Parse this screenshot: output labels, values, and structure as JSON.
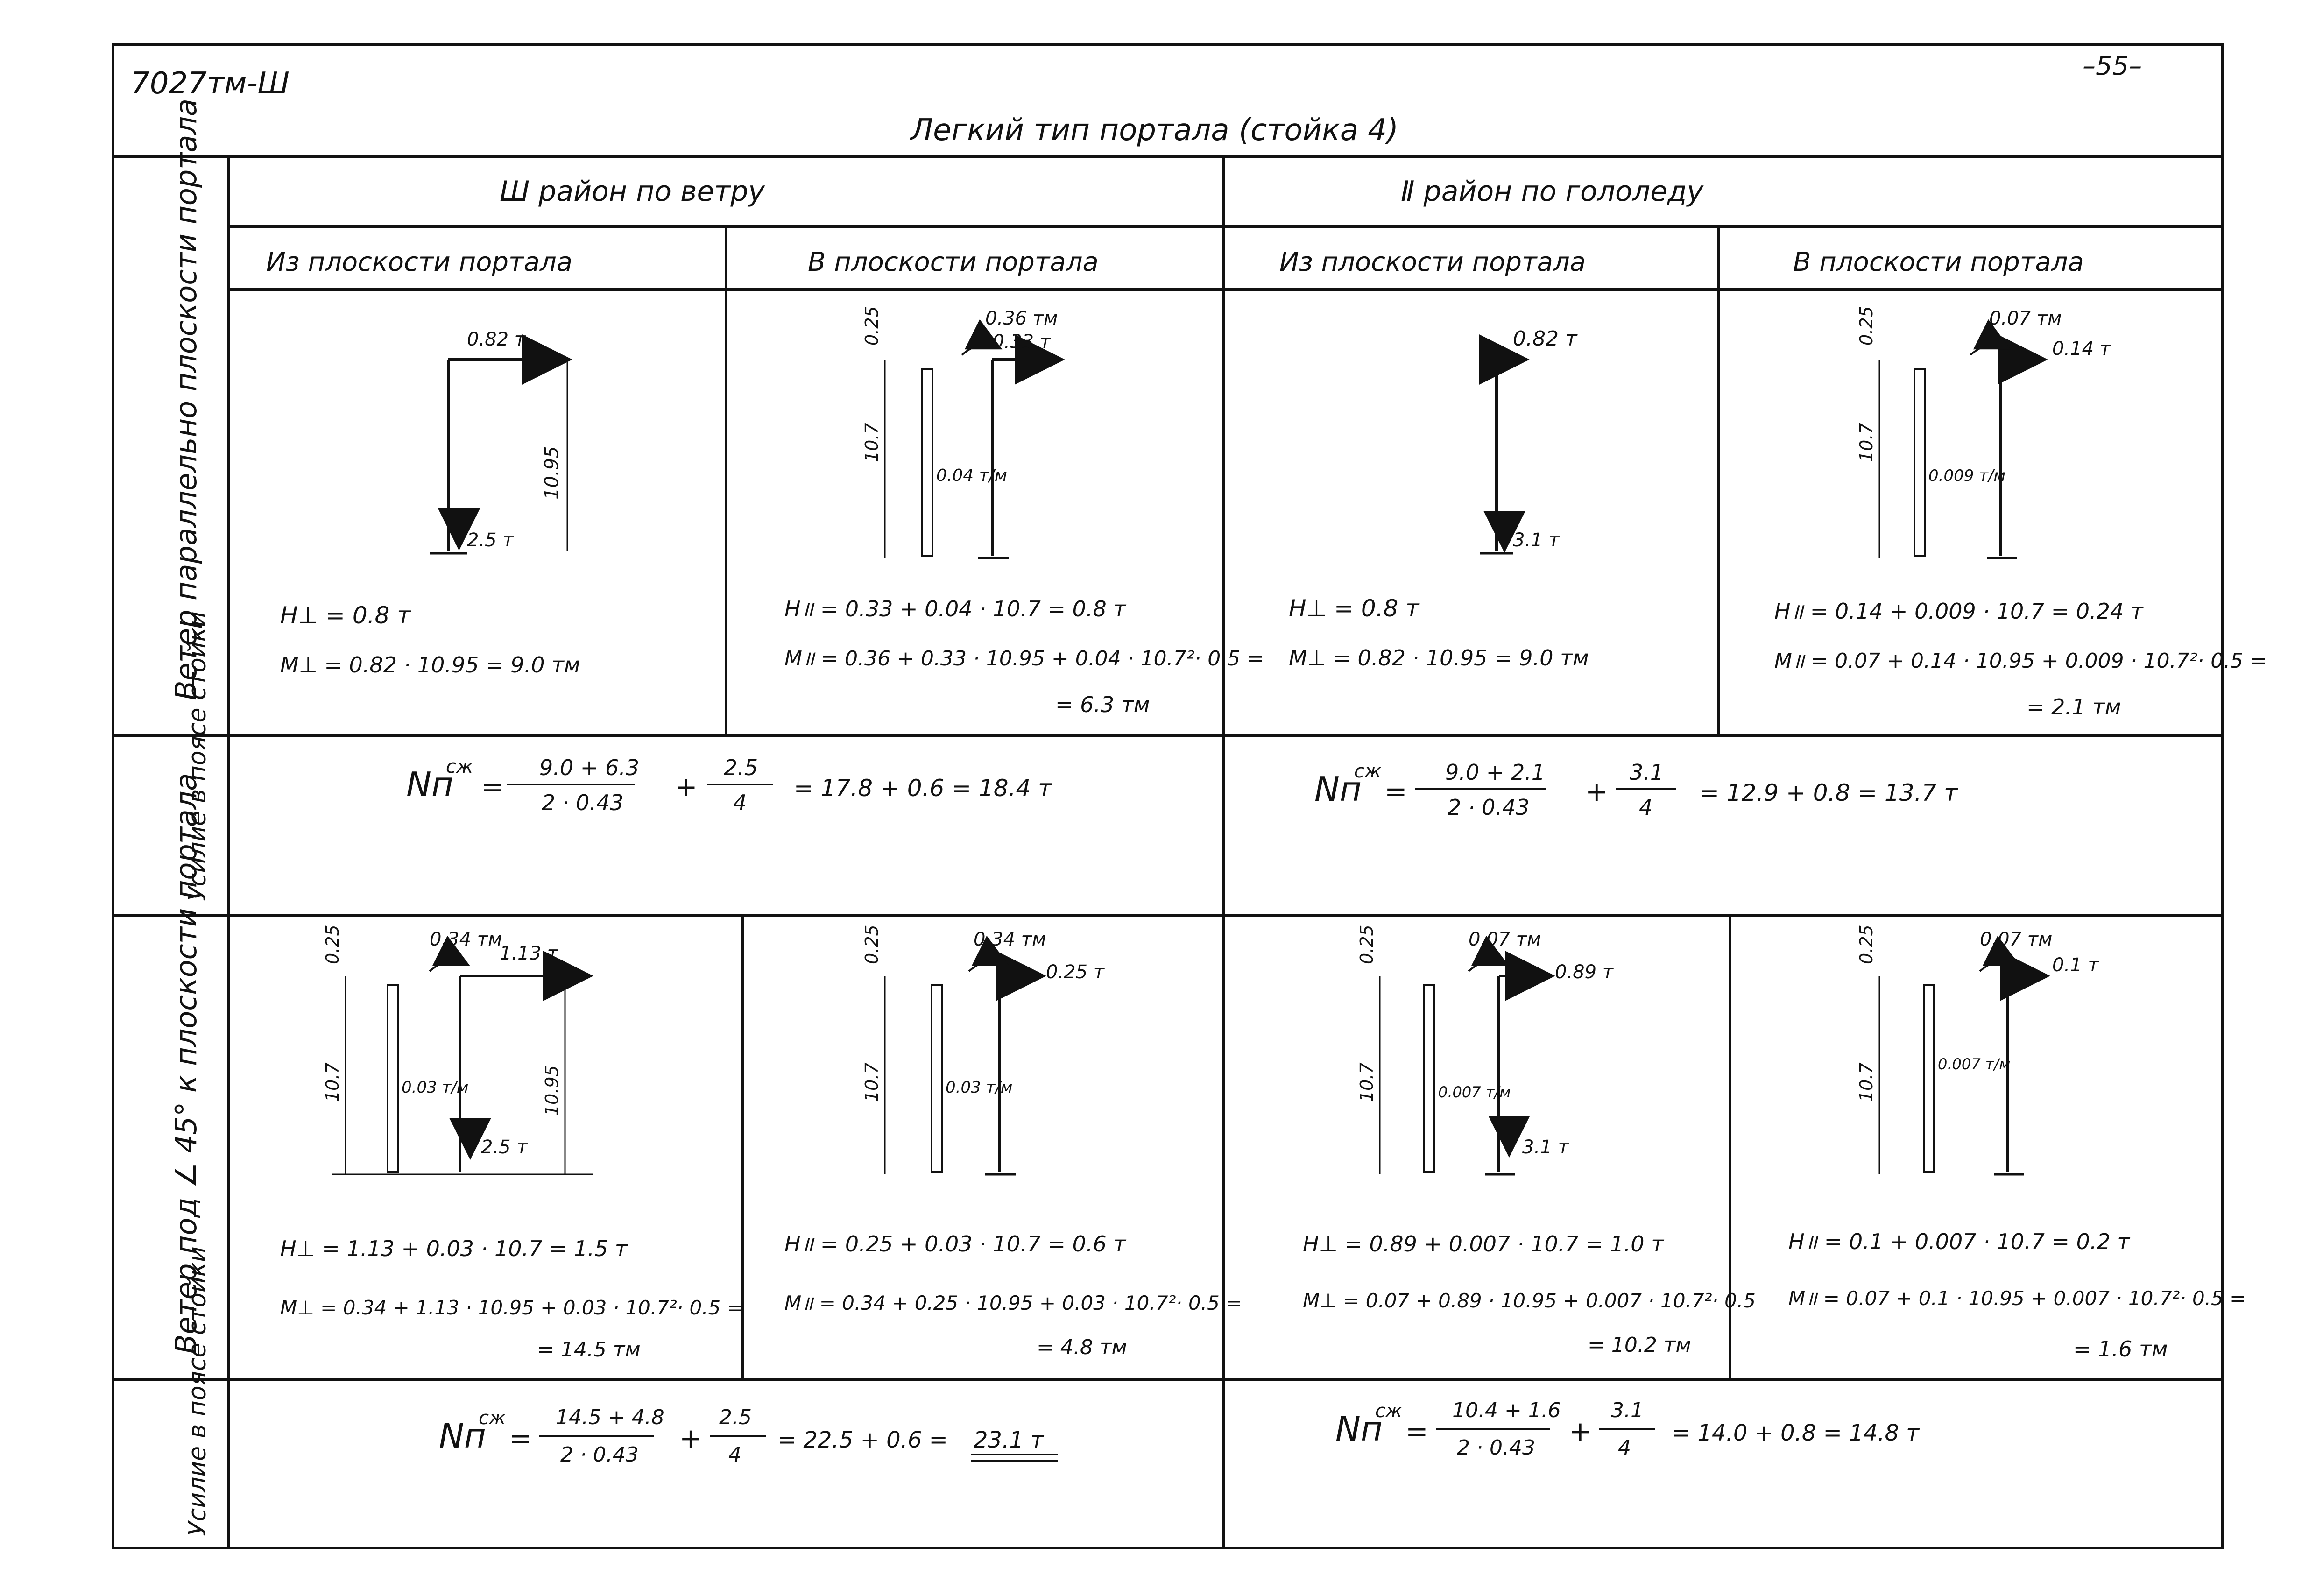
{
  "doc": {
    "code": "7027тм-Ш",
    "page": "–55–",
    "title": "Легкий   тип   портала   (стойка 4)"
  },
  "headers": {
    "wind_district": "Ш район  по ветру",
    "ice_district": "Ⅱ район    по гололеду",
    "out_of_plane": "Из  плоскости  портала",
    "in_plane": "В плоскости  портала"
  },
  "rows": {
    "row1": "Ветер  параллельно плоскости  портала",
    "force1": "Усилие в поясе стойки",
    "row2": "Ветер  под  ∠ 45° к плоскости  портала",
    "force2": "Усилие в поясе стойки"
  },
  "diagrams": {
    "r1c1": {
      "top_load": "0.82 т",
      "height": "10.95",
      "bottom_load": "2.5 т"
    },
    "r1c2": {
      "top_dim": "0.25",
      "moment": "0.36 тм",
      "top_load": "0.33 т",
      "height": "10.7",
      "dist_load": "0.04 т/м"
    },
    "r1c3": {
      "top_load": "0.82 т",
      "bottom_load": "3.1 т"
    },
    "r1c4": {
      "top_dim": "0.25",
      "moment": "0.07 тм",
      "top_load": "0.14 т",
      "height": "10.7",
      "dist_load": "0.009 т/м"
    },
    "r2c1": {
      "top_dim": "0.25",
      "moment": "0.34 тм",
      "top_load": "1.13 т",
      "height": "10.7",
      "dist_load": "0.03 т/м",
      "height2": "10.95",
      "bottom_load": "2.5 т"
    },
    "r2c2": {
      "top_dim": "0.25",
      "moment": "0.34 тм",
      "top_load": "0.25 т",
      "height": "10.7",
      "dist_load": "0.03 т/м"
    },
    "r2c3": {
      "top_dim": "0.25",
      "moment": "0.07 тм",
      "top_load": "0.89 т",
      "height": "10.7",
      "dist_load": "0.007 т/м",
      "bottom_load": "3.1 т"
    },
    "r2c4": {
      "top_dim": "0.25",
      "moment": "0.07 тм",
      "top_load": "0.1 т",
      "height": "10.7",
      "dist_load": "0.007 т/м"
    }
  },
  "formulas": {
    "r1c1_h": "H⊥ =  0.8 т",
    "r1c1_m": "M⊥ =  0.82 · 10.95 =  9.0 тм",
    "r1c2_h": "H॥ =  0.33 + 0.04 · 10.7 =  0.8 т",
    "r1c2_m": "M॥ =  0.36 + 0.33 · 10.95 + 0.04 · 10.7²· 0.5 =",
    "r1c2_m2": "= 6.3 тм",
    "r1c3_h": "H⊥ =  0.8 т",
    "r1c3_m": "M⊥ =  0.82 · 10.95 = 9.0 тм",
    "r1c4_h": "H॥  =  0.14 + 0.009 · 10.7 =  0.24 т",
    "r1c4_m": "M॥ = 0.07 + 0.14 · 10.95 + 0.009 · 10.7²· 0.5 =",
    "r1c4_m2": "=  2.1 тм",
    "r2c1_h": "H⊥ =  1.13 + 0.03 · 10.7 =  1.5 т",
    "r2c1_m": "M⊥ = 0.34 + 1.13 · 10.95 + 0.03 · 10.7²· 0.5 =",
    "r2c1_m2": "=  14.5 тм",
    "r2c2_h": "H॥ =  0.25 + 0.03 · 10.7 = 0.6 т",
    "r2c2_m": "M॥ =  0.34 + 0.25 · 10.95 + 0.03 · 10.7²· 0.5 =",
    "r2c2_m2": "=  4.8 тм",
    "r2c3_h": "H⊥ =  0.89 + 0.007 · 10.7 =  1.0 т",
    "r2c3_m": "M⊥ =  0.07 + 0.89 · 10.95 + 0.007 · 10.7²· 0.5",
    "r2c3_m2": "= 10.2 тм",
    "r2c4_h": "H॥  =  0.1 + 0.007 · 10.7 =  0.2 т",
    "r2c4_m": "M॥ = 0.07 + 0.1 · 10.95 + 0.007 · 10.7²· 0.5 =",
    "r2c4_m2": "=  1.6 тм"
  },
  "forces": {
    "f1_left": {
      "sym": "Nп",
      "sup": "сж",
      "eq": "=",
      "n1": "9.0 + 6.3",
      "d1": "2 · 0.43",
      "plus": "+",
      "n2": "2.5",
      "d2": "4",
      "rest": "=  17.8 +  0.6  =  18.4 т"
    },
    "f1_right": {
      "sym": "Nп",
      "sup": "сж",
      "eq": "=",
      "n1": "9.0 + 2.1",
      "d1": "2 · 0.43",
      "plus": "+",
      "n2": "3.1",
      "d2": "4",
      "rest": "=  12.9  + 0.8  =  13.7 т"
    },
    "f2_left": {
      "sym": "Nп",
      "sup": "сж",
      "eq": "=",
      "n1": "14.5 + 4.8",
      "d1": "2 · 0.43",
      "plus": "+",
      "n2": "2.5",
      "d2": "4",
      "rest": "=  22.5 +  0.6  =",
      "result": "23.1 т"
    },
    "f2_right": {
      "sym": "Nп",
      "sup": "сж",
      "eq": "=",
      "n1": "10.4 + 1.6",
      "d1": "2 · 0.43",
      "plus": "+",
      "n2": "3.1",
      "d2": "4",
      "rest": "=  14.0 + 0.8 =  14.8 т"
    }
  }
}
